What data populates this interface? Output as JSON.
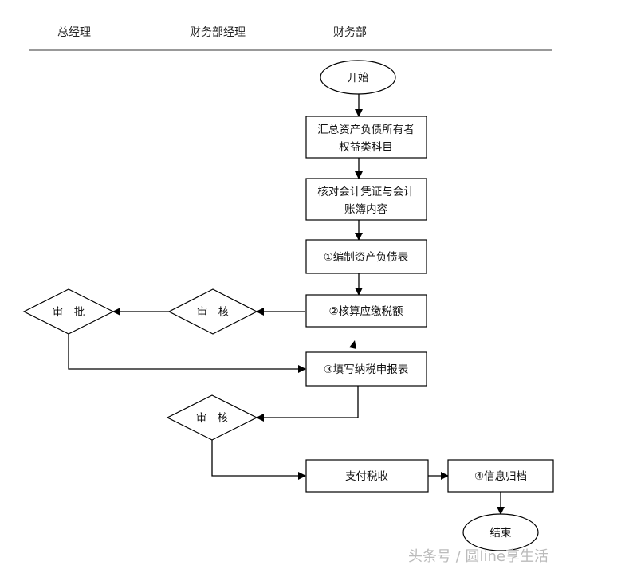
{
  "header": {
    "col1": "总经理",
    "col2": "财务部经理",
    "col3": "财务部"
  },
  "nodes": {
    "start": "开始",
    "summarize_1": "汇总资产负债所有者",
    "summarize_2": "权益类科目",
    "check_1": "核对会计凭证与会计",
    "check_2": "账簿内容",
    "prepare_sheet": "①编制资产负债表",
    "calc_tax": "②核算应缴税额",
    "review_top": "审　核",
    "approve": "审　批",
    "fill_form": "③填写纳税申报表",
    "review_bottom": "审　核",
    "pay_tax": "支付税收",
    "archive": "④信息归档",
    "end": "结束"
  },
  "watermark": "头条号 / 圆line享生活"
}
